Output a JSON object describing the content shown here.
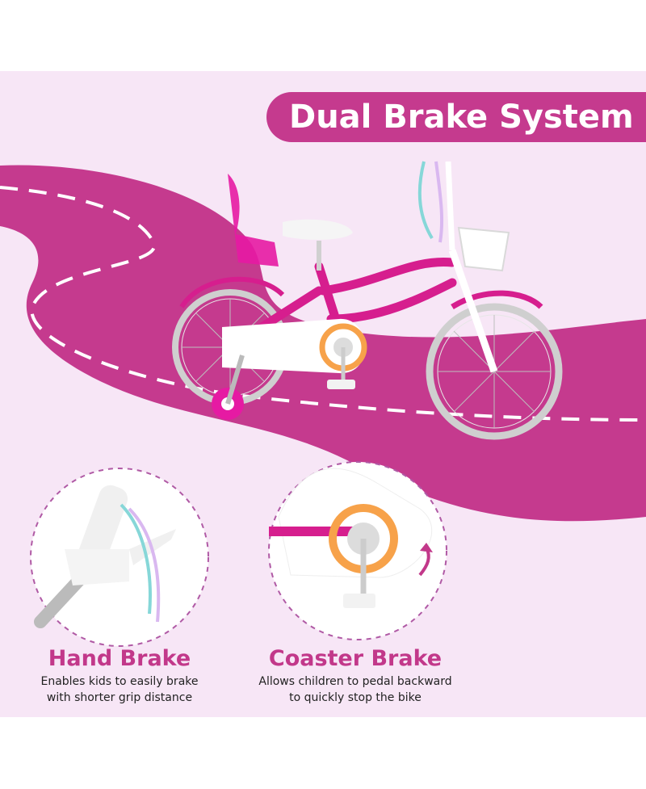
{
  "title": "Dual Brake System",
  "colors": {
    "background": "#f7e6f6",
    "road": "#c53a8e",
    "accent": "#c2388a",
    "bike_frame": "#d61e8e"
  },
  "features": [
    {
      "title": "Hand Brake",
      "description_lines": [
        "Enables kids to easily brake",
        "with shorter grip distance"
      ]
    },
    {
      "title": "Coaster Brake",
      "description_lines": [
        "Allows children to pedal backward",
        "to quickly stop the bike"
      ]
    }
  ]
}
